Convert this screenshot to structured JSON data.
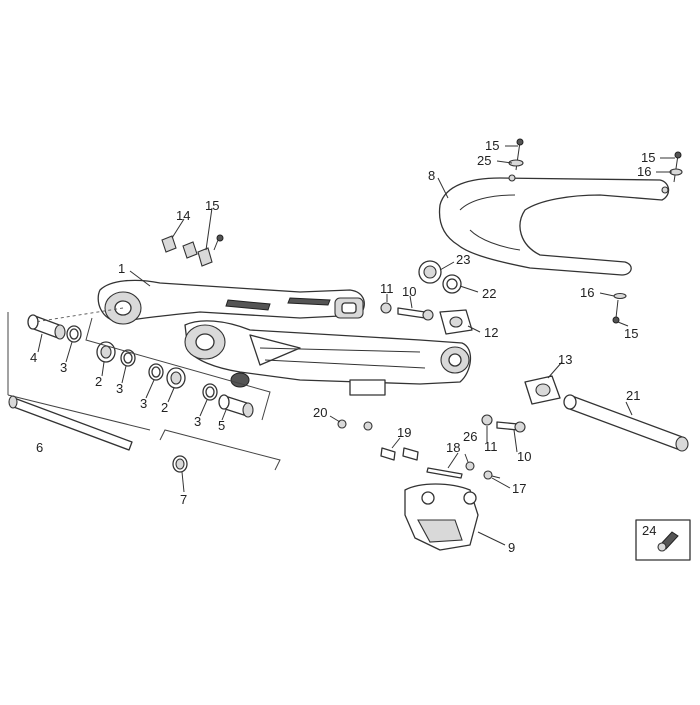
{
  "callouts": {
    "c1": "1",
    "c2a": "2",
    "c2b": "2",
    "c3a": "3",
    "c3b": "3",
    "c3c": "3",
    "c3d": "3",
    "c4": "4",
    "c5": "5",
    "c6": "6",
    "c7": "7",
    "c8": "8",
    "c9": "9",
    "c10a": "10",
    "c10b": "10",
    "c11a": "11",
    "c11b": "11",
    "c12": "12",
    "c13": "13",
    "c14": "14",
    "c15a": "15",
    "c15b": "15",
    "c15c": "15",
    "c15d": "15",
    "c16a": "16",
    "c16b": "16",
    "c17": "17",
    "c18": "18",
    "c19": "19",
    "c20": "20",
    "c21": "21",
    "c22": "22",
    "c23": "23",
    "c24": "24",
    "c25": "25",
    "c26": "26"
  }
}
